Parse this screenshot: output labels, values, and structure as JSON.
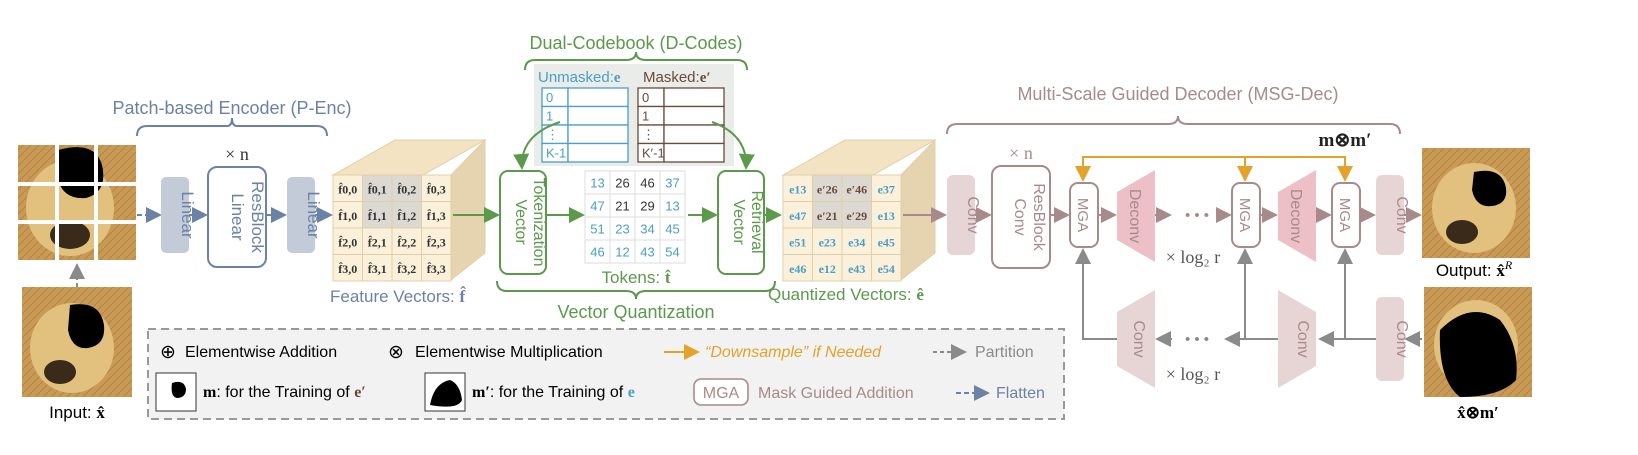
{
  "colors": {
    "encoder": "#6b82a6",
    "encoder_fill": "#c3cad8",
    "codebook": "#5a9a4a",
    "unmasked": "#4a9ec7",
    "masked": "#6b4a3a",
    "decoder": "#a88a8a",
    "decoder_fill": "#e7d4d4",
    "deconv_fill": "#ecc0c6",
    "orange": "#e3a22a",
    "gray": "#8a8a8a",
    "feature_fill": "#fbf0d9",
    "feature_top": "#f3e3c3",
    "feature_side": "#e6d3b0",
    "highlight_cell": "#dcd9d3"
  },
  "titles": {
    "encoder": "Patch-based Encoder (P-Enc)",
    "codebook": "Dual-Codebook (D-Codes)",
    "decoder": "Multi-Scale Guided Decoder (MSG-Dec)",
    "vq": "Vector Quantization",
    "feature_vectors": "Feature Vectors: ",
    "feature_vectors_sym": "f̂",
    "tokens": "Tokens: ",
    "tokens_sym": "t̂",
    "quantized": "Quantized Vectors: ",
    "quantized_sym": "ê"
  },
  "encoder": {
    "linear1": "Linear",
    "resblock_line1": "Linear",
    "resblock_line2": "ResBlock",
    "repeat": "× n",
    "linear2": "Linear"
  },
  "vq_blocks": {
    "tokenization_line1": "Vector",
    "tokenization_line2": "Tokenization",
    "retrieval_line1": "Vector",
    "retrieval_line2": "Retrieval"
  },
  "codebook": {
    "unmasked_label": "Unmasked:",
    "unmasked_sym": "e",
    "masked_label": "Masked:",
    "masked_sym": "e′",
    "unmasked_rows": [
      "0",
      "1",
      "⋮",
      "K-1"
    ],
    "masked_rows": [
      "0",
      "1",
      "⋮",
      "K′-1"
    ]
  },
  "feature_grid": [
    [
      "f̂0,0",
      "f̂0,1",
      "f̂0,2",
      "f̂0,3"
    ],
    [
      "f̂1,0",
      "f̂1,1",
      "f̂1,2",
      "f̂1,3"
    ],
    [
      "f̂2,0",
      "f̂2,1",
      "f̂2,2",
      "f̂2,3"
    ],
    [
      "f̂3,0",
      "f̂3,1",
      "f̂3,2",
      "f̂3,3"
    ]
  ],
  "token_grid": [
    [
      "13",
      "26",
      "46",
      "37"
    ],
    [
      "47",
      "21",
      "29",
      "13"
    ],
    [
      "51",
      "23",
      "34",
      "45"
    ],
    [
      "46",
      "12",
      "43",
      "54"
    ]
  ],
  "quantized_grid": [
    [
      "e13",
      "e′26",
      "e′46",
      "e37"
    ],
    [
      "e47",
      "e′21",
      "e′29",
      "e13"
    ],
    [
      "e51",
      "e23",
      "e34",
      "e45"
    ],
    [
      "e46",
      "e12",
      "e43",
      "e54"
    ]
  ],
  "decoder": {
    "conv_in": "Conv",
    "resblock_line1": "Conv",
    "resblock_line2": "ResBlock",
    "repeat": "× n",
    "mga": "MGA",
    "deconv": "Deconv",
    "conv_out": "Conv",
    "dots": "• • •",
    "log_label": "× log₂ r",
    "mask_product": "m⊗m′",
    "enc_conv": "Conv"
  },
  "images": {
    "input_label": "Input: ",
    "input_sym": "x̂",
    "output_label": "Output: ",
    "output_sym": "x̂",
    "output_sup": "R",
    "masked_input_label": "x̂⊗m′"
  },
  "legend": {
    "add_symbol": "⊕",
    "add": "Elementwise Addition",
    "mult_symbol": "⊗",
    "mult": "Elementwise Multiplication",
    "downsample": "“Downsample” if Needed",
    "partition": "Partition",
    "mask_m_sym": "m",
    "mask_m_text": ": for the Training of ",
    "mask_m_target": "e′",
    "mask_mp_sym": "m′",
    "mask_mp_text": ": for the Training of ",
    "mask_mp_target": "e",
    "mga_box": "MGA",
    "mga_text": "Mask Guided Addition",
    "flatten": "Flatten"
  }
}
